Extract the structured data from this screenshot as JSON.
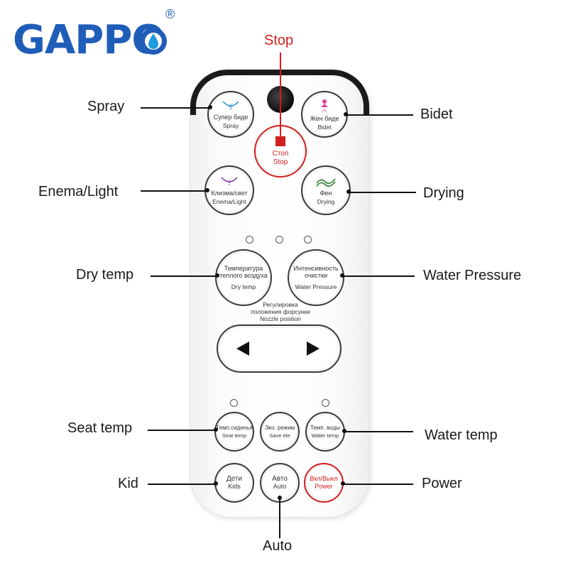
{
  "brand": {
    "name": "GAPPO",
    "registered": "®"
  },
  "callouts": {
    "stop": "Stop",
    "spray": "Spray",
    "bidet": "Bidet",
    "enema_light": "Enema/Light",
    "drying": "Drying",
    "dry_temp": "Dry temp",
    "water_pressure": "Water Pressure",
    "seat_temp": "Seat temp",
    "water_temp": "Water temp",
    "kid": "Kid",
    "power": "Power",
    "auto": "Auto"
  },
  "buttons": {
    "spray": {
      "ru": "Супер биде",
      "en": "Spray"
    },
    "bidet": {
      "ru": "Жен биде",
      "en": "Bidet"
    },
    "stop": {
      "ru": "Стоп",
      "en": "Stop"
    },
    "enema": {
      "ru": "Клизма/свет",
      "en": "Enema/Light"
    },
    "drying": {
      "ru": "Фен",
      "en": "Drying"
    },
    "dry_temp": {
      "ru1": "Температура",
      "ru2": "теплого воздуха",
      "en": "Dry temp"
    },
    "water_pressure": {
      "ru1": "Интенсивность",
      "ru2": "очистки",
      "en": "Water Pressure"
    },
    "seat_temp": {
      "ru": "Темп.сиденья",
      "en": "Seat temp"
    },
    "save": {
      "ru": "Эко. режим",
      "en": "Save ele"
    },
    "water_temp": {
      "ru": "Темп. воды",
      "en": "Water temp"
    },
    "kids": {
      "ru": "Дети",
      "en": "Kids"
    },
    "auto": {
      "ru": "Авто",
      "en": "Auto"
    },
    "power": {
      "ru": "Вкл/Выкл",
      "en": "Power"
    }
  },
  "nozzle": {
    "ru1": "Регулировка",
    "ru2": "положения форсунки",
    "en": "Nozzle position"
  },
  "colors": {
    "brand": "#1f5db8",
    "accent_red": "#d21e1e",
    "bidet_icon": "#e0459a",
    "spray_icon": "#2a8fd6",
    "drying_icon": "#2e7d32",
    "enema_icon": "#7b3fa0"
  }
}
